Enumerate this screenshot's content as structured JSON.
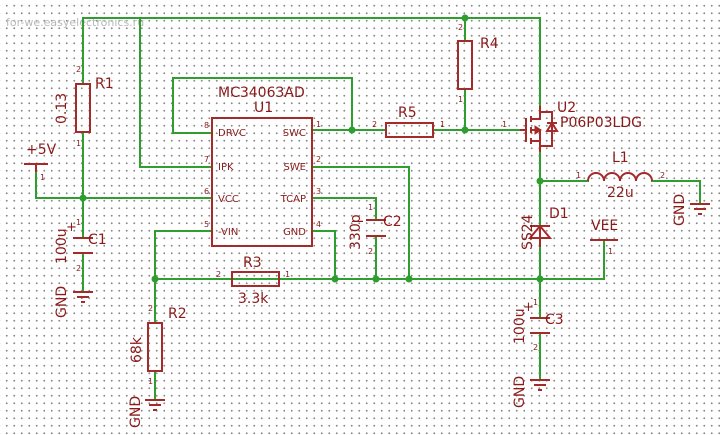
{
  "watermark": "for-we.easyelectronics.ru",
  "components": {
    "r1": {
      "ref": "R1",
      "value": "0.13"
    },
    "r2": {
      "ref": "R2",
      "value": "68k"
    },
    "r3": {
      "ref": "R3",
      "value": "3.3k"
    },
    "r4": {
      "ref": "R4"
    },
    "r5": {
      "ref": "R5"
    },
    "c1": {
      "ref": "C1",
      "value": "100u"
    },
    "c2": {
      "ref": "C2",
      "value": "330p"
    },
    "c3": {
      "ref": "C3",
      "value": "100u"
    },
    "u1": {
      "ref": "U1",
      "part": "MC34063AD",
      "pins": {
        "drvc": "DRVC",
        "ipk": "IPK",
        "vcc": "VCC",
        "vin": "-VIN",
        "swc": "SWC",
        "swe": "SWE",
        "tcap": "TCAP",
        "gnd": "GND"
      }
    },
    "u2": {
      "ref": "U2",
      "part": "P06P03LDG"
    },
    "l1": {
      "ref": "L1",
      "value": "22u"
    },
    "d1": {
      "ref": "D1",
      "part": "SS24"
    }
  },
  "pin_numbers": {
    "u1": {
      "drvc": "8",
      "ipk": "7",
      "vcc": "6",
      "vin": "5",
      "swc": "1",
      "swe": "2",
      "tcap": "3",
      "gnd": "4"
    },
    "one": "1",
    "two": "2"
  },
  "supplies": {
    "plus5": "+5V",
    "vee": "VEE",
    "gnd": "GND"
  },
  "colors": {
    "wire": "#2e9e2e",
    "component": "#a52a2a",
    "label": "#8b1a1a",
    "background": "#ffffff"
  }
}
